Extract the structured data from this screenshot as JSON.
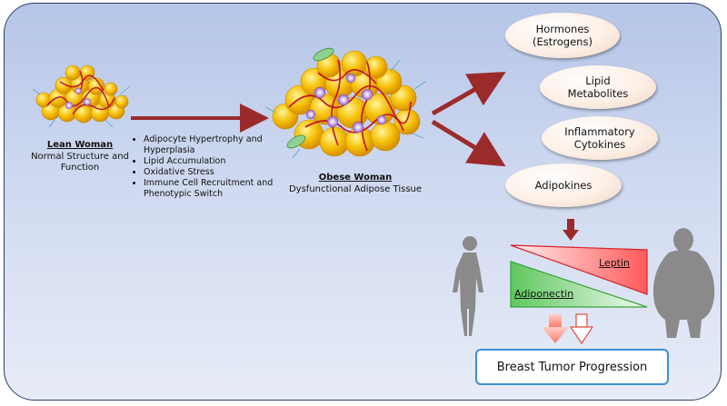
{
  "lean": {
    "title": "Lean Woman",
    "subtitle": "Normal Structure and\nFunction"
  },
  "changes": [
    "Adipocyte Hypertrophy and Hyperplasia",
    "Lipid Accumulation",
    "Oxidative Stress",
    "Immune Cell Recruitment and Phenotypic Switch"
  ],
  "obese": {
    "title": "Obese Woman",
    "subtitle": "Dysfunctional Adipose Tissue"
  },
  "factors": {
    "hormones": "Hormones\n(Estrogens)",
    "lipid": "Lipid\nMetabolites",
    "inflammatory": "Inflammatory\nCytokines",
    "adipokines": "Adipokines"
  },
  "triangles": {
    "leptin": "Leptin",
    "adiponectin": "Adiponectin"
  },
  "outcome": "Breast Tumor Progression",
  "colors": {
    "arrow": "#9b2b2b",
    "leptin": "#ff6b6b",
    "adiponectin": "#7fd07f",
    "outcome_border": "#3d8fd6",
    "fat": "#f2b705"
  }
}
